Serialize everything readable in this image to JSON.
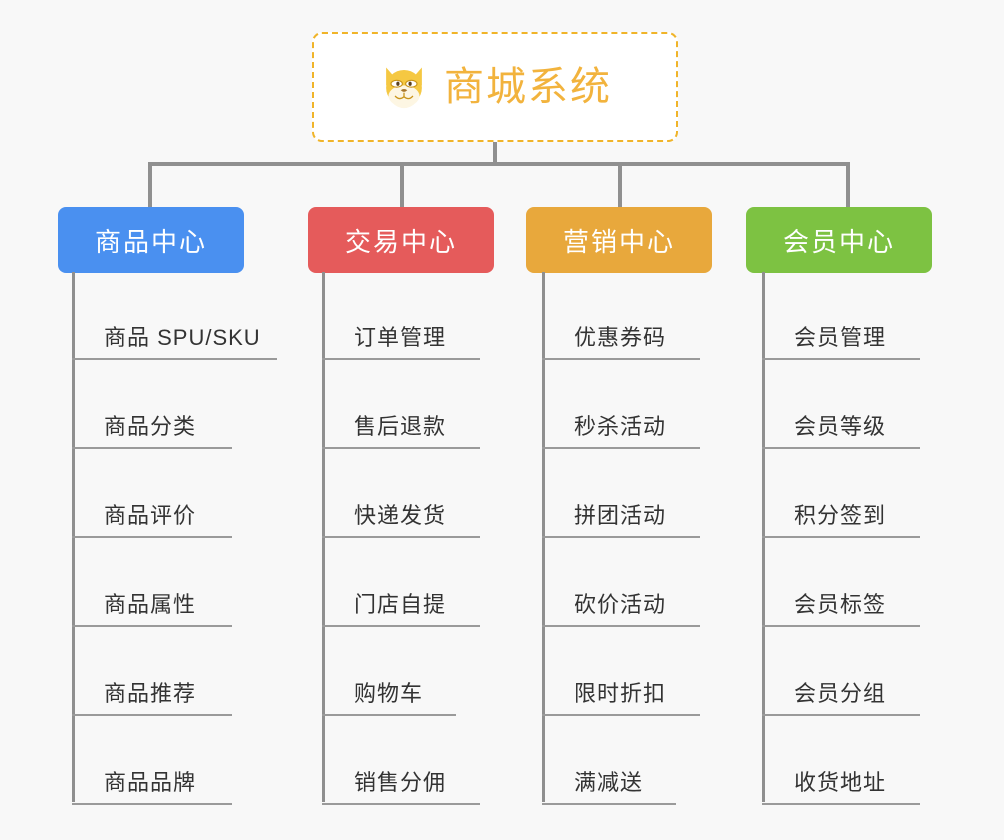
{
  "diagram": {
    "type": "mind-map",
    "background_color": "#f8f8f8",
    "root": {
      "title": "商城系统",
      "icon": "shiba-dog-icon",
      "text_color": "#f2b33d",
      "border_color": "#f0b429",
      "fill_color": "#ffffff"
    },
    "connector_color": "#909090",
    "branches": [
      {
        "label": "商品中心",
        "color": "#4a90f0",
        "items": [
          "商品 SPU/SKU",
          "商品分类",
          "商品评价",
          "商品属性",
          "商品推荐",
          "商品品牌"
        ]
      },
      {
        "label": "交易中心",
        "color": "#e55b5b",
        "items": [
          "订单管理",
          "售后退款",
          "快递发货",
          "门店自提",
          "购物车",
          "销售分佣"
        ]
      },
      {
        "label": "营销中心",
        "color": "#e8a83c",
        "items": [
          "优惠券码",
          "秒杀活动",
          "拼团活动",
          "砍价活动",
          "限时折扣",
          "满减送"
        ]
      },
      {
        "label": "会员中心",
        "color": "#7dc242",
        "items": [
          "会员管理",
          "会员等级",
          "积分签到",
          "会员标签",
          "会员分组",
          "收货地址"
        ]
      }
    ]
  }
}
